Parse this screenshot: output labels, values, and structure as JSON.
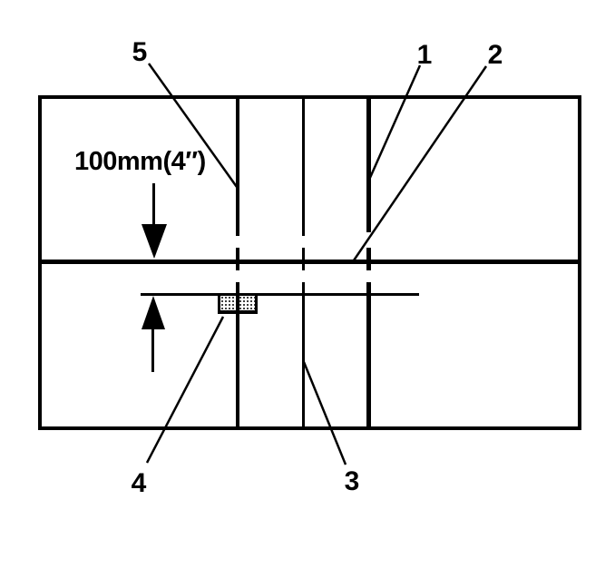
{
  "page": {
    "background": "#ffffff",
    "ink": "#000000"
  },
  "diagram": {
    "dimension_label": "100mm(4″)",
    "callouts": [
      {
        "number": "5"
      },
      {
        "number": "1"
      },
      {
        "number": "2"
      },
      {
        "number": "3"
      },
      {
        "number": "4"
      }
    ]
  }
}
